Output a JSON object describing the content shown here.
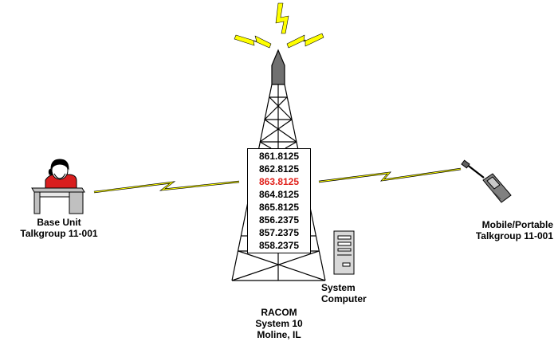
{
  "base_unit": {
    "line1": "Base Unit",
    "line2": "Talkgroup 11-001"
  },
  "mobile": {
    "line1": "Mobile/Portable",
    "line2": "Talkgroup 11-001"
  },
  "site": {
    "line1": "RACOM",
    "line2": "System 10",
    "line3": "Moline, IL"
  },
  "computer": {
    "line1": "System",
    "line2": "Computer"
  },
  "frequencies": [
    "861.8125",
    "862.8125",
    "863.8125",
    "864.8125",
    "865.8125",
    "856.2375",
    "857.2375",
    "858.2375"
  ],
  "highlighted_frequency": "863.8125",
  "colors": {
    "signal": "#ffff00",
    "highlight": "#e0201a",
    "line": "#000000",
    "radio": "#808080",
    "desk": "#c0c0c0",
    "shirt": "#d81e1e"
  }
}
